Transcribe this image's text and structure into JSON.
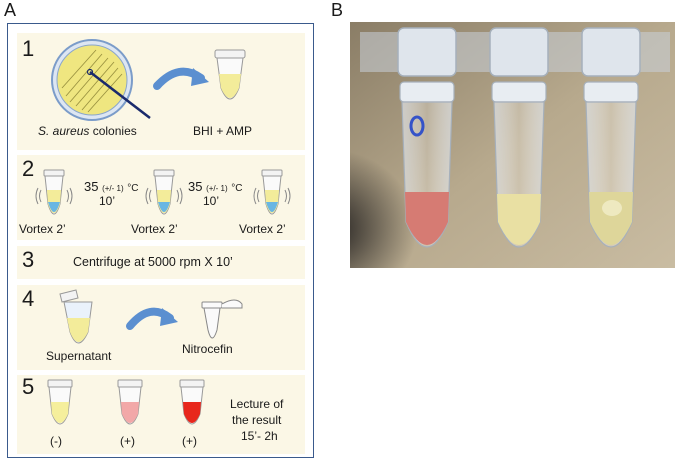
{
  "panels": {
    "a": "A",
    "b": "B"
  },
  "step1": {
    "number": "1",
    "colonies_label_italic": "S. aureus",
    "colonies_label_rest": " colonies",
    "tube_label": "BHI + AMP"
  },
  "step2": {
    "number": "2",
    "temp_main": "35",
    "temp_tolerance": "(+/- 1)",
    "temp_unit": "°C",
    "time": "10’",
    "vortex_label": "Vortex 2’"
  },
  "step3": {
    "number": "3",
    "text": "Centrifuge at 5000 rpm X 10’"
  },
  "step4": {
    "number": "4",
    "supernatant_label": "Supernatant",
    "nitrocefin_label": "Nitrocefin"
  },
  "step5": {
    "number": "5",
    "tube_labels": [
      "(-)",
      "(+)",
      "(+)"
    ],
    "result_line1": "Lecture of",
    "result_line2": "the result",
    "result_line3": "15’- 2h"
  },
  "colors": {
    "panel_border": "#3a5a8c",
    "step_background": "#fbf7e6",
    "medium_yellow": "#f3ec9a",
    "vortex_blue": "#69b6e3",
    "arrow_blue": "#5b8fd0",
    "negative_yellow": "#f5ef9c",
    "positive_pink": "#f2a8a8",
    "positive_red": "#e8271c",
    "photo_pink": "#d67b73",
    "photo_yellow": "#e9e0a3"
  }
}
